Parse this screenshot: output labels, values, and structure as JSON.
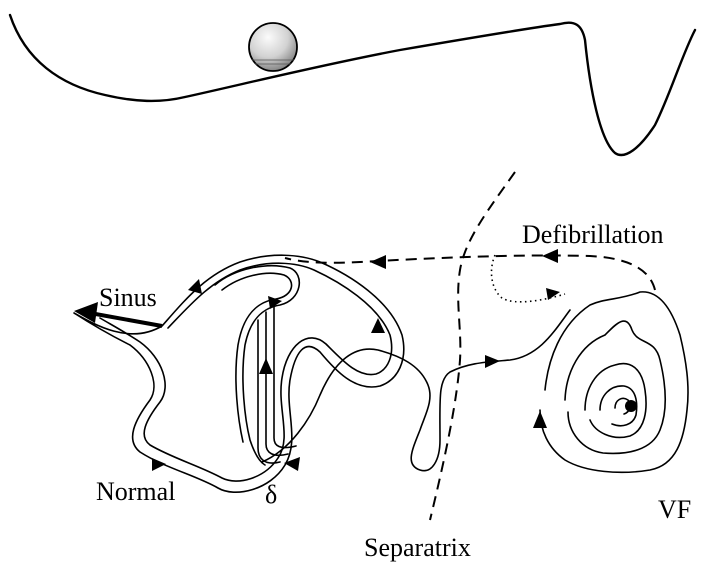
{
  "labels": {
    "sinus": "Sinus",
    "normal": "Normal",
    "delta": "δ",
    "separatrix": "Separatrix",
    "defibrillation": "Defibrillation",
    "vf": "VF"
  },
  "colors": {
    "stroke": "#000000",
    "ball_light": "#f4f4f4",
    "ball_dark": "#8a8a8a"
  }
}
